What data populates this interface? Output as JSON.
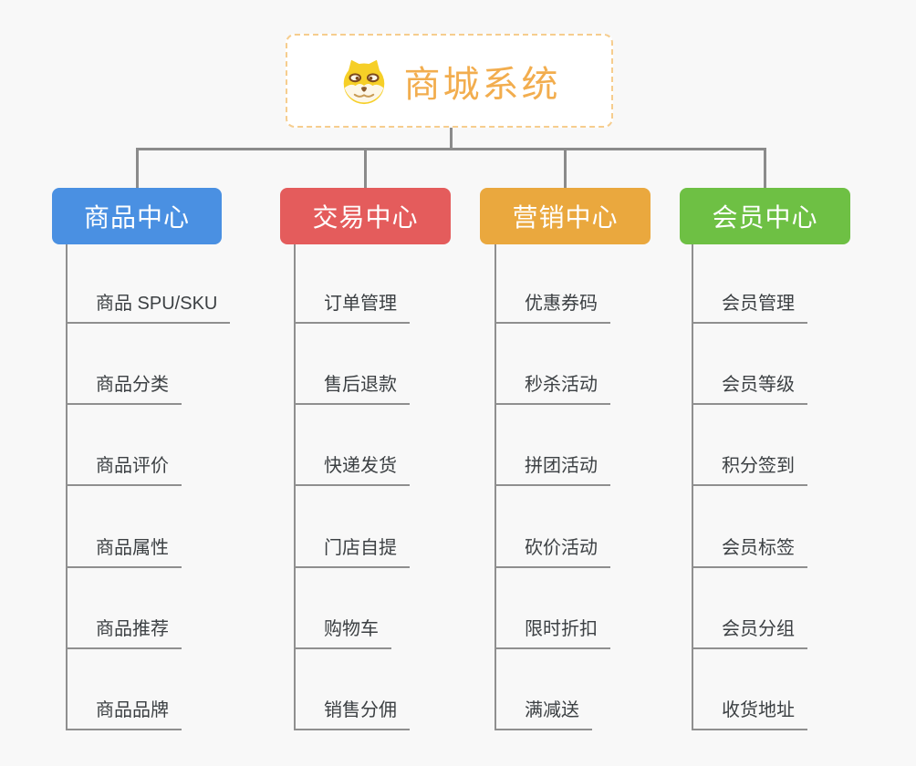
{
  "app": {
    "background": "#f8f8f8",
    "connector_color": "#8b8b8b",
    "leaf_line_color": "#8f8f8f",
    "leaf_text_color": "#3c4043"
  },
  "root": {
    "title": "商城系统",
    "title_color": "#f2ad4e",
    "border_color": "#f6cd8e",
    "icon": "dog-face-icon"
  },
  "branches": [
    {
      "label": "商品中心",
      "color": "#4a90e2",
      "children": [
        "商品 SPU/SKU",
        "商品分类",
        "商品评价",
        "商品属性",
        "商品推荐",
        "商品品牌"
      ]
    },
    {
      "label": "交易中心",
      "color": "#e45c5c",
      "children": [
        "订单管理",
        "售后退款",
        "快递发货",
        "门店自提",
        "购物车",
        "销售分佣"
      ]
    },
    {
      "label": "营销中心",
      "color": "#eaa83e",
      "children": [
        "优惠券码",
        "秒杀活动",
        "拼团活动",
        "砍价活动",
        "限时折扣",
        "满减送"
      ]
    },
    {
      "label": "会员中心",
      "color": "#6ec044",
      "children": [
        "会员管理",
        "会员等级",
        "积分签到",
        "会员标签",
        "会员分组",
        "收货地址"
      ]
    }
  ]
}
